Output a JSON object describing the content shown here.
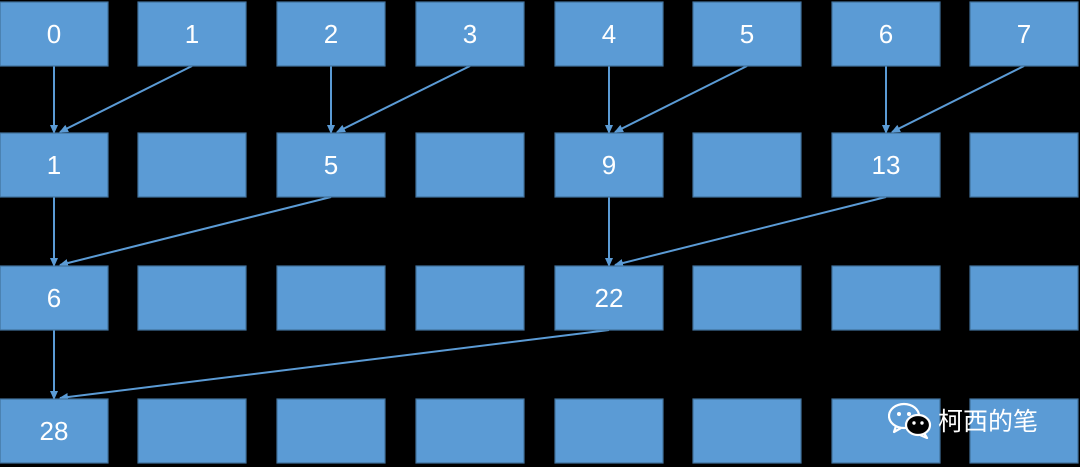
{
  "colors": {
    "box_fill": "#5B9BD5",
    "box_border": "#41719C",
    "arrow": "#5B9BD5",
    "text": "#FFFFFF",
    "background": "#000000"
  },
  "rows": [
    [
      "0",
      "1",
      "2",
      "3",
      "4",
      "5",
      "6",
      "7"
    ],
    [
      "1",
      "",
      "5",
      "",
      "9",
      "",
      "13",
      ""
    ],
    [
      "6",
      "",
      "",
      "",
      "22",
      "",
      "",
      ""
    ],
    [
      "28",
      "",
      "",
      "",
      "",
      "",
      "",
      ""
    ]
  ],
  "edges": [
    {
      "from": [
        0,
        0
      ],
      "to": [
        1,
        0
      ]
    },
    {
      "from": [
        0,
        1
      ],
      "to": [
        1,
        0
      ]
    },
    {
      "from": [
        0,
        2
      ],
      "to": [
        1,
        2
      ]
    },
    {
      "from": [
        0,
        3
      ],
      "to": [
        1,
        2
      ]
    },
    {
      "from": [
        0,
        4
      ],
      "to": [
        1,
        4
      ]
    },
    {
      "from": [
        0,
        5
      ],
      "to": [
        1,
        4
      ]
    },
    {
      "from": [
        0,
        6
      ],
      "to": [
        1,
        6
      ]
    },
    {
      "from": [
        0,
        7
      ],
      "to": [
        1,
        6
      ]
    },
    {
      "from": [
        1,
        0
      ],
      "to": [
        2,
        0
      ]
    },
    {
      "from": [
        1,
        2
      ],
      "to": [
        2,
        0
      ]
    },
    {
      "from": [
        1,
        4
      ],
      "to": [
        2,
        4
      ]
    },
    {
      "from": [
        1,
        6
      ],
      "to": [
        2,
        4
      ]
    },
    {
      "from": [
        2,
        0
      ],
      "to": [
        3,
        0
      ]
    },
    {
      "from": [
        2,
        4
      ],
      "to": [
        3,
        0
      ]
    }
  ],
  "watermark": {
    "icon": "wechat-icon",
    "text": "柯西的笔"
  }
}
